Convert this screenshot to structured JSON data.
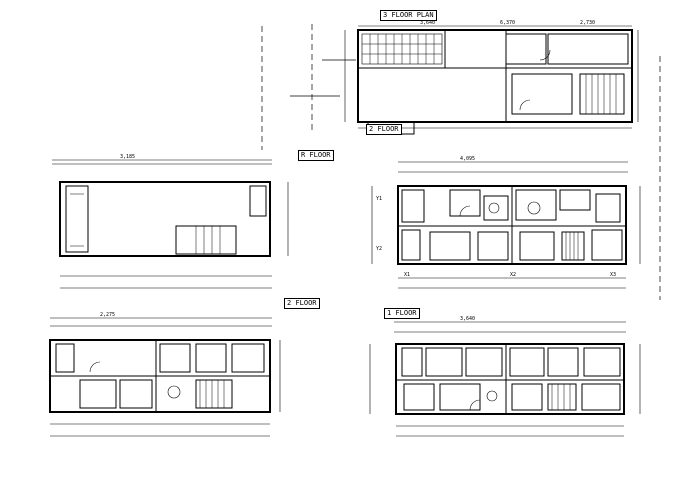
{
  "sheet": {
    "view_labels": {
      "top_right": "3 FLOOR PLAN",
      "mid_left": "R FLOOR",
      "mid_right": "2 FLOOR",
      "bottom_left": "2 FLOOR",
      "bottom_right": "1 FLOOR"
    },
    "dimension_samples": {
      "top_a": "3,640",
      "top_b": "6,370",
      "top_c": "2,730",
      "mid_a": "3,185",
      "mid_b": "4,095",
      "bot_a": "2,275",
      "bot_b": "3,640"
    },
    "axis_labels": {
      "a": "X1",
      "b": "X2",
      "c": "X3",
      "d": "Y1",
      "e": "Y2"
    }
  }
}
